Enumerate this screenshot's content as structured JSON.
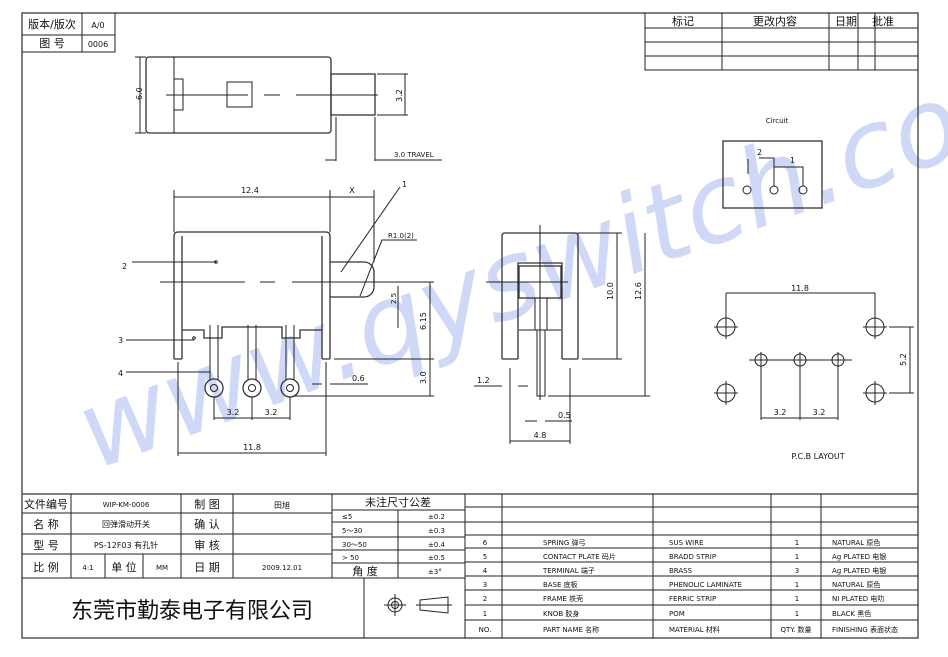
{
  "header": {
    "version_label": "版本/版次",
    "version_value": "A/0",
    "drawing_no_label": "图 号",
    "drawing_no_value": "0006"
  },
  "revision_table": {
    "headers": [
      "标记",
      "更改内容",
      "日期",
      "批准"
    ]
  },
  "watermark": "www.qyswitch.com",
  "top_view": {
    "dim_height": "6.0",
    "dim_knob": "3.2",
    "travel": "3.0 TRAVEL"
  },
  "front_view": {
    "dim_length": "12.4",
    "dim_x": "X",
    "radius": "R1.0(2)",
    "dim_25": "2.5",
    "dim_615": "6.15",
    "dim_30": "3.0",
    "dim_06": "0.6",
    "dim_pitch1": "3.2",
    "dim_pitch2": "3.2",
    "dim_width": "11.8",
    "callouts": [
      "1",
      "2",
      "3",
      "4"
    ]
  },
  "side_view": {
    "dim_100": "10.0",
    "dim_126": "12.6",
    "dim_12": "1.2",
    "dim_05": "0.5",
    "dim_48": "4.8"
  },
  "circuit": {
    "title": "Circuit",
    "label_2": "2",
    "label_1": "1"
  },
  "pcb": {
    "dim_width": "11.8",
    "dim_height": "5.2",
    "dim_pitch1": "3.2",
    "dim_pitch2": "3.2",
    "title": "P.C.B LAYOUT"
  },
  "title_block": {
    "file_no_label": "文件编号",
    "file_no": "WIP-KM-0006",
    "name_label": "名 称",
    "name": "回弹滑动开关",
    "model_label": "型 号",
    "model": "PS-12F03 有孔针",
    "scale_label": "比 例",
    "scale": "4:1",
    "unit_label": "单 位",
    "unit": "MM",
    "drawn_label": "制 图",
    "drawn_by": "田旭",
    "checked_label": "确 认",
    "checked_by": "",
    "approved_label": "审 核",
    "approved_by": "",
    "date_label": "日 期",
    "date": "2009.12.01",
    "company": "东莞市勤泰电子有限公司"
  },
  "tolerance": {
    "title": "未注尺寸公差",
    "rows": [
      {
        "range": "≤5",
        "tol": "±0.2"
      },
      {
        "range": "5～30",
        "tol": "±0.3"
      },
      {
        "range": "30～50",
        "tol": "±0.4"
      },
      {
        "range": "> 50",
        "tol": "±0.5"
      },
      {
        "range": "角 度",
        "tol": "±3°"
      }
    ]
  },
  "parts": {
    "headers": {
      "no": "NO.",
      "name": "PART  NAME 名称",
      "material": "MATERIAL 材料",
      "qty": "QTY. 数量",
      "finish": "FINISHING 表面状态"
    },
    "rows": [
      {
        "no": "6",
        "name": "SPRING 弹弓",
        "material": "SUS WIRE",
        "qty": "1",
        "finish": "NATURAL 原色"
      },
      {
        "no": "5",
        "name": "CONTACT PLATE 码片",
        "material": "BRADD STRIP",
        "qty": "1",
        "finish": "Ag PLATED 电银"
      },
      {
        "no": "4",
        "name": "TERMINAL 端子",
        "material": "BRASS",
        "qty": "3",
        "finish": "Ag PLATED 电银"
      },
      {
        "no": "3",
        "name": "BASE 底板",
        "material": "PHENOLIC LAMINATE",
        "qty": "1",
        "finish": "NATURAL 原色"
      },
      {
        "no": "2",
        "name": "FRAME 铁壳",
        "material": "FERRIC STRIP",
        "qty": "1",
        "finish": "NI PLATED 电叻"
      },
      {
        "no": "1",
        "name": "KNOB 胶身",
        "material": "POM",
        "qty": "1",
        "finish": "BLACK 黑色"
      }
    ]
  }
}
